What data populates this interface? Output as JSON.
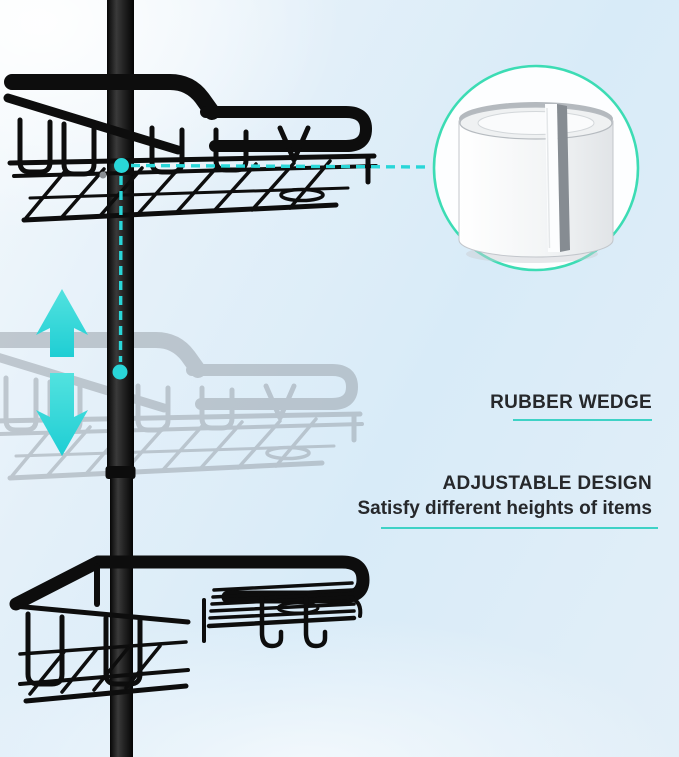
{
  "image_type": "product-feature-illustration",
  "labels": {
    "rubber_wedge": "RUBBER WEDGE",
    "adjustable_title": "ADJUSTABLE DESIGN",
    "adjustable_subtitle": "Satisfy different heights of items"
  },
  "illustration": {
    "pole": "black telescoping tension pole, full image height",
    "top_basket": "black wire corner basket attached to pole",
    "ghost_basket": "translucent grey basket showing alternate position",
    "bottom_basket": "black wire corner basket with hanging hooks",
    "callout_circle_content": "white C-shaped rubber wedge cylinder",
    "arrows": [
      "up-arrow",
      "down-arrow"
    ],
    "leader": "cyan dashed lines with two cyan dots from pole to callout circle"
  },
  "colors": {
    "accent_cyan": "#29d6d8",
    "accent_teal": "#3cdcb4",
    "underline_teal": "#3ed2c6",
    "text_dark": "#26282b",
    "basket_black": "#0d0d0d",
    "ghost_grey": "#98a0a8",
    "bg_blue": "#d9ecf8",
    "bg_white": "#fbfdfe",
    "wedge_white": "#f4f6f7",
    "wedge_edge_grey": "#868c92"
  }
}
